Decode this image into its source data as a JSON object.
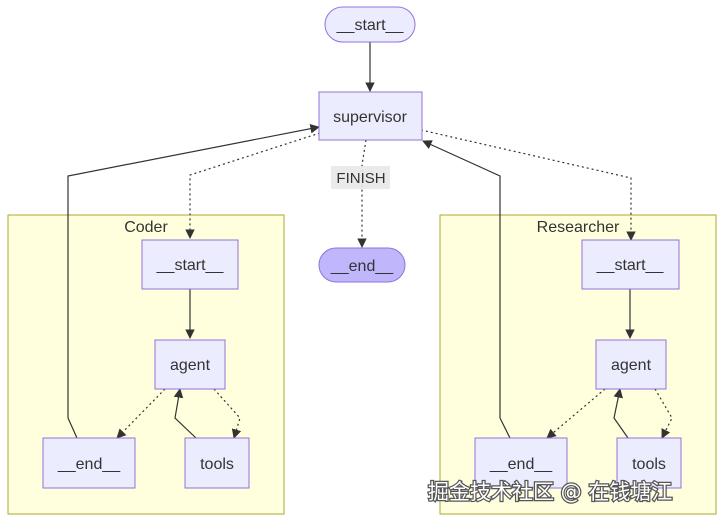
{
  "diagram": {
    "nodes": {
      "start": "__start__",
      "supervisor": "supervisor",
      "end": "__end__",
      "coder_start": "__start__",
      "coder_agent": "agent",
      "coder_end": "__end__",
      "coder_tools": "tools",
      "researcher_start": "__start__",
      "researcher_agent": "agent",
      "researcher_end": "__end__",
      "researcher_tools": "tools"
    },
    "clusters": {
      "coder": "Coder",
      "researcher": "Researcher"
    },
    "edge_labels": {
      "finish": "FINISH"
    },
    "colors": {
      "node_fill": "#ECECFF",
      "node_stroke": "#9370DB",
      "end_fill": "#BFB6FC",
      "cluster_fill": "#FFFFDE",
      "cluster_stroke": "#AAAA33",
      "edge": "#333333"
    }
  },
  "watermark": "掘金技术社区 @ 在钱塘江"
}
